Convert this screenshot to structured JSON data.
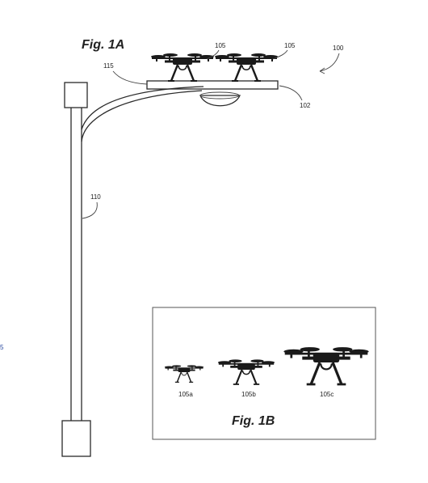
{
  "figure_1a": {
    "title": "Fig. 1A",
    "labels": {
      "system": "100",
      "platform": "102",
      "drone_left": "105",
      "drone_right": "105",
      "pole": "110",
      "arm": "115"
    }
  },
  "figure_1b": {
    "title": "Fig. 1B",
    "drones": [
      {
        "label": "105a",
        "size": "small"
      },
      {
        "label": "105b",
        "size": "medium"
      },
      {
        "label": "105c",
        "size": "large"
      }
    ]
  },
  "edge_text": "5"
}
